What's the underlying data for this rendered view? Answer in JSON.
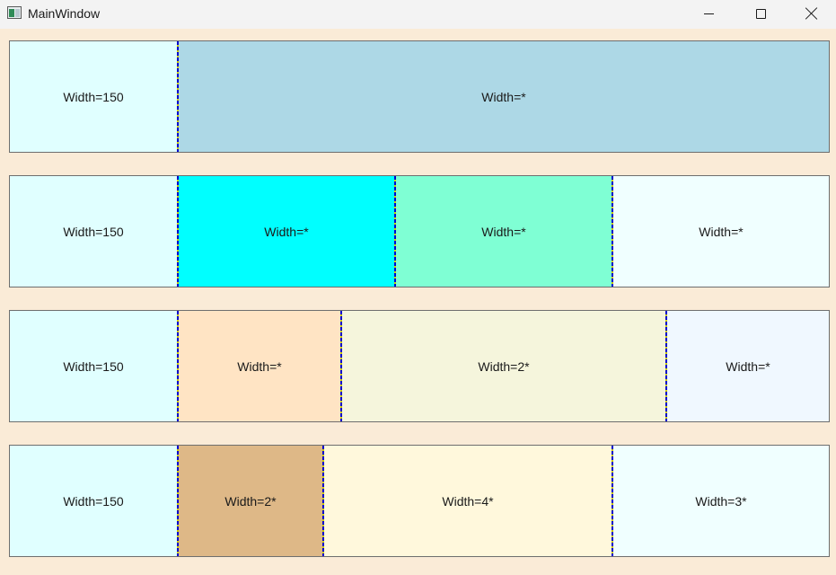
{
  "window": {
    "title": "MainWindow",
    "icon": "app-window-icon",
    "controls": [
      "minimize-icon",
      "maximize-icon",
      "close-icon"
    ]
  },
  "rows": [
    {
      "cells": [
        {
          "label": "Width=150",
          "color": "#E0FFFF"
        },
        {
          "label": "Width=*",
          "color": "#ADD8E6"
        }
      ]
    },
    {
      "cells": [
        {
          "label": "Width=150",
          "color": "#E0FFFF"
        },
        {
          "label": "Width=*",
          "color": "#00FFFF"
        },
        {
          "label": "Width=*",
          "color": "#7FFFD4"
        },
        {
          "label": "Width=*",
          "color": "#F0FFFF"
        }
      ]
    },
    {
      "cells": [
        {
          "label": "Width=150",
          "color": "#E0FFFF"
        },
        {
          "label": "Width=*",
          "color": "#FFE4C4"
        },
        {
          "label": "Width=2*",
          "color": "#F5F5DC"
        },
        {
          "label": "Width=*",
          "color": "#F0F8FF"
        }
      ]
    },
    {
      "cells": [
        {
          "label": "Width=150",
          "color": "#E0FFFF"
        },
        {
          "label": "Width=2*",
          "color": "#DEB887"
        },
        {
          "label": "Width=4*",
          "color": "#FFF8DC"
        },
        {
          "label": "Width=3*",
          "color": "#F0FFFF"
        }
      ]
    }
  ],
  "colors": {
    "window_background": "#FAEBD7",
    "titlebar_background": "#F3F3F3",
    "splitter_primary": "#0000CC",
    "splitter_secondary": "#CCCC00"
  }
}
